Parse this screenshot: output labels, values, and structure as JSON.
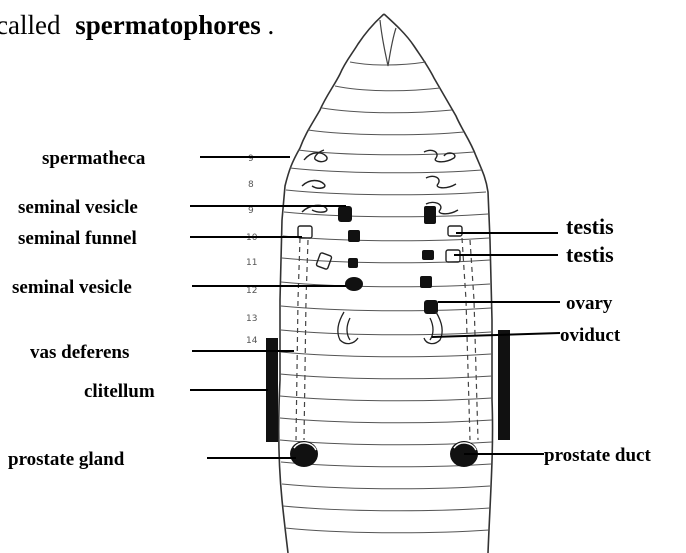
{
  "caption_fragment": "called",
  "caption_term": "spermatophores",
  "caption_end": ".",
  "segment_numbers": [
    "9",
    "8",
    "9",
    "10",
    "11",
    "12",
    "13",
    "14"
  ],
  "labels_left": {
    "spermatheca": "spermatheca",
    "seminal_vesicle_1": "seminal vesicle",
    "seminal_funnel": "seminal funnel",
    "seminal_vesicle_2": "seminal vesicle",
    "vas_deferens": "vas deferens",
    "clitellum": "clitellum",
    "prostate_gland": "prostate gland"
  },
  "labels_right": {
    "testis_1": "testis",
    "testis_2": "testis",
    "ovary": "ovary",
    "oviduct": "oviduct",
    "prostate_duct": "prostate duct"
  }
}
